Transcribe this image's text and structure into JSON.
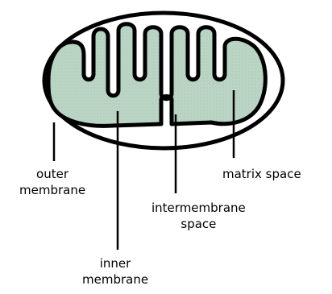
{
  "diagram": {
    "labels": {
      "outer_membrane": {
        "line1": "outer",
        "line2": "membrane"
      },
      "inner_membrane": {
        "line1": "inner",
        "line2": "membrane"
      },
      "intermembrane_space": {
        "line1": "intermembrane",
        "line2": "space"
      },
      "matrix_space": {
        "line1": "matrix space"
      }
    },
    "colors": {
      "outline": "#000000",
      "matrix_fill": "#bcd6c6",
      "background": "#ffffff"
    }
  }
}
